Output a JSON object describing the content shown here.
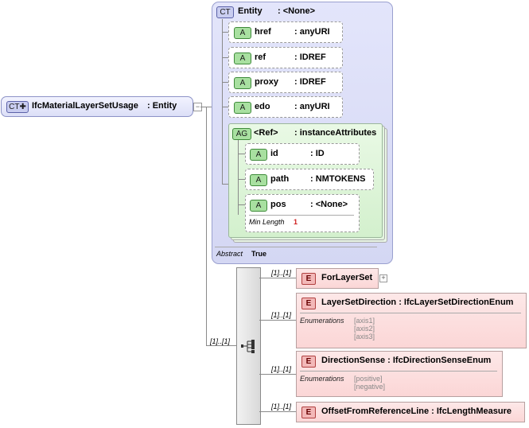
{
  "root": {
    "badge": "CT",
    "name": "IfcMaterialLayerSetUsage",
    "type": ": Entity"
  },
  "entity": {
    "badge": "CT",
    "name": "Entity",
    "type": ": <None>",
    "abstract_label": "Abstract",
    "abstract_value": "True",
    "attributes": [
      {
        "badge": "A",
        "name": "href",
        "type": ": anyURI"
      },
      {
        "badge": "A",
        "name": "ref",
        "type": ": IDREF"
      },
      {
        "badge": "A",
        "name": "proxy",
        "type": ": IDREF"
      },
      {
        "badge": "A",
        "name": "edo",
        "type": ": anyURI"
      }
    ],
    "group": {
      "badge": "AG",
      "name": "<Ref>",
      "type": ": instanceAttributes",
      "attributes": [
        {
          "badge": "A",
          "name": "id",
          "type": ": ID"
        },
        {
          "badge": "A",
          "name": "path",
          "type": ": NMTOKENS"
        },
        {
          "badge": "A",
          "name": "pos",
          "type": ": <None>",
          "facet_label": "Min Length",
          "facet_value": "1"
        }
      ]
    }
  },
  "sequence": {
    "cardinality": "[1]..[1]",
    "elements": [
      {
        "badge": "E",
        "name": "ForLayerSet",
        "cardinality": "[1]..[1]"
      },
      {
        "badge": "E",
        "name": "LayerSetDirection : IfcLayerSetDirectionEnum",
        "cardinality": "[1]..[1]",
        "enum_label": "Enumerations",
        "enums": [
          "[axis1]",
          "[axis2]",
          "[axis3]"
        ]
      },
      {
        "badge": "E",
        "name": "DirectionSense : IfcDirectionSenseEnum",
        "cardinality": "[1]..[1]",
        "enum_label": "Enumerations",
        "enums": [
          "[positive]",
          "[negative]"
        ]
      },
      {
        "badge": "E",
        "name": "OffsetFromReferenceLine : IfcLengthMeasure",
        "cardinality": "[1]..[1]"
      }
    ]
  }
}
